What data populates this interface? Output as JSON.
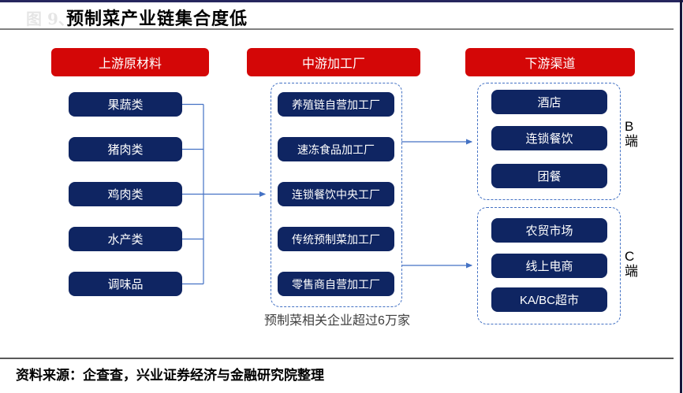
{
  "page": {
    "figure_label": "图 9、",
    "title": "预制菜产业链集合度低",
    "source": "资料来源：企查查，兴业证券经济与金融研究院整理"
  },
  "colors": {
    "header_red": "#D40707",
    "box_navy": "#0F2562",
    "connector_blue": "#4472C4",
    "top_border_navy": "#26265E",
    "title_underline_gray": "#808080",
    "footer_line_gray": "#595959"
  },
  "upstream": {
    "header": "上游原材料",
    "items": [
      "果蔬类",
      "猪肉类",
      "鸡肉类",
      "水产类",
      "调味品"
    ]
  },
  "midstream": {
    "header": "中游加工厂",
    "items": [
      "养殖链自营加工厂",
      "速冻食品加工厂",
      "连锁餐饮中央工厂",
      "传统预制菜加工厂",
      "零售商自营加工厂"
    ],
    "caption": "预制菜相关企业超过6万家"
  },
  "downstream": {
    "header": "下游渠道",
    "b_group": {
      "label": [
        "B",
        "端"
      ],
      "items": [
        "酒店",
        "连锁餐饮",
        "团餐"
      ]
    },
    "c_group": {
      "label": [
        "C",
        "端"
      ],
      "items": [
        "农贸市场",
        "线上电商",
        "KA/BC超市"
      ]
    }
  }
}
